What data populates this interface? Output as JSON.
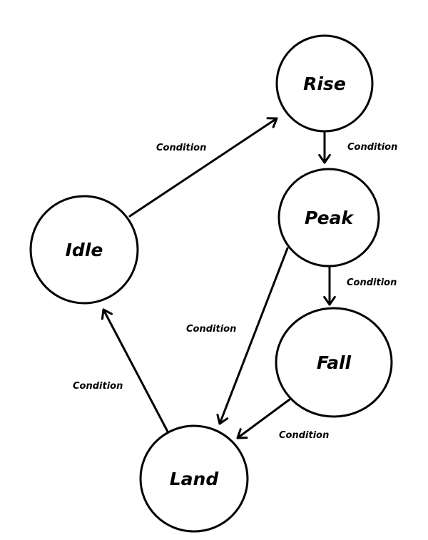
{
  "diagram": {
    "type": "state-machine",
    "states": [
      {
        "id": "rise",
        "label": "Rise"
      },
      {
        "id": "peak",
        "label": "Peak"
      },
      {
        "id": "idle",
        "label": "Idle"
      },
      {
        "id": "fall",
        "label": "Fall"
      },
      {
        "id": "land",
        "label": "Land"
      }
    ],
    "transitions": [
      {
        "id": "idle-rise",
        "from": "idle",
        "to": "rise",
        "label": "Condition"
      },
      {
        "id": "rise-peak",
        "from": "rise",
        "to": "peak",
        "label": "Condition"
      },
      {
        "id": "peak-fall",
        "from": "peak",
        "to": "fall",
        "label": "Condition"
      },
      {
        "id": "peak-land",
        "from": "peak",
        "to": "land",
        "label": "Condition"
      },
      {
        "id": "fall-land",
        "from": "fall",
        "to": "land",
        "label": "Condition"
      },
      {
        "id": "land-idle",
        "from": "land",
        "to": "idle",
        "label": "Condition"
      }
    ],
    "colors": {
      "stroke": "#000000",
      "fill": "#ffffff",
      "background": "#ffffff"
    }
  }
}
